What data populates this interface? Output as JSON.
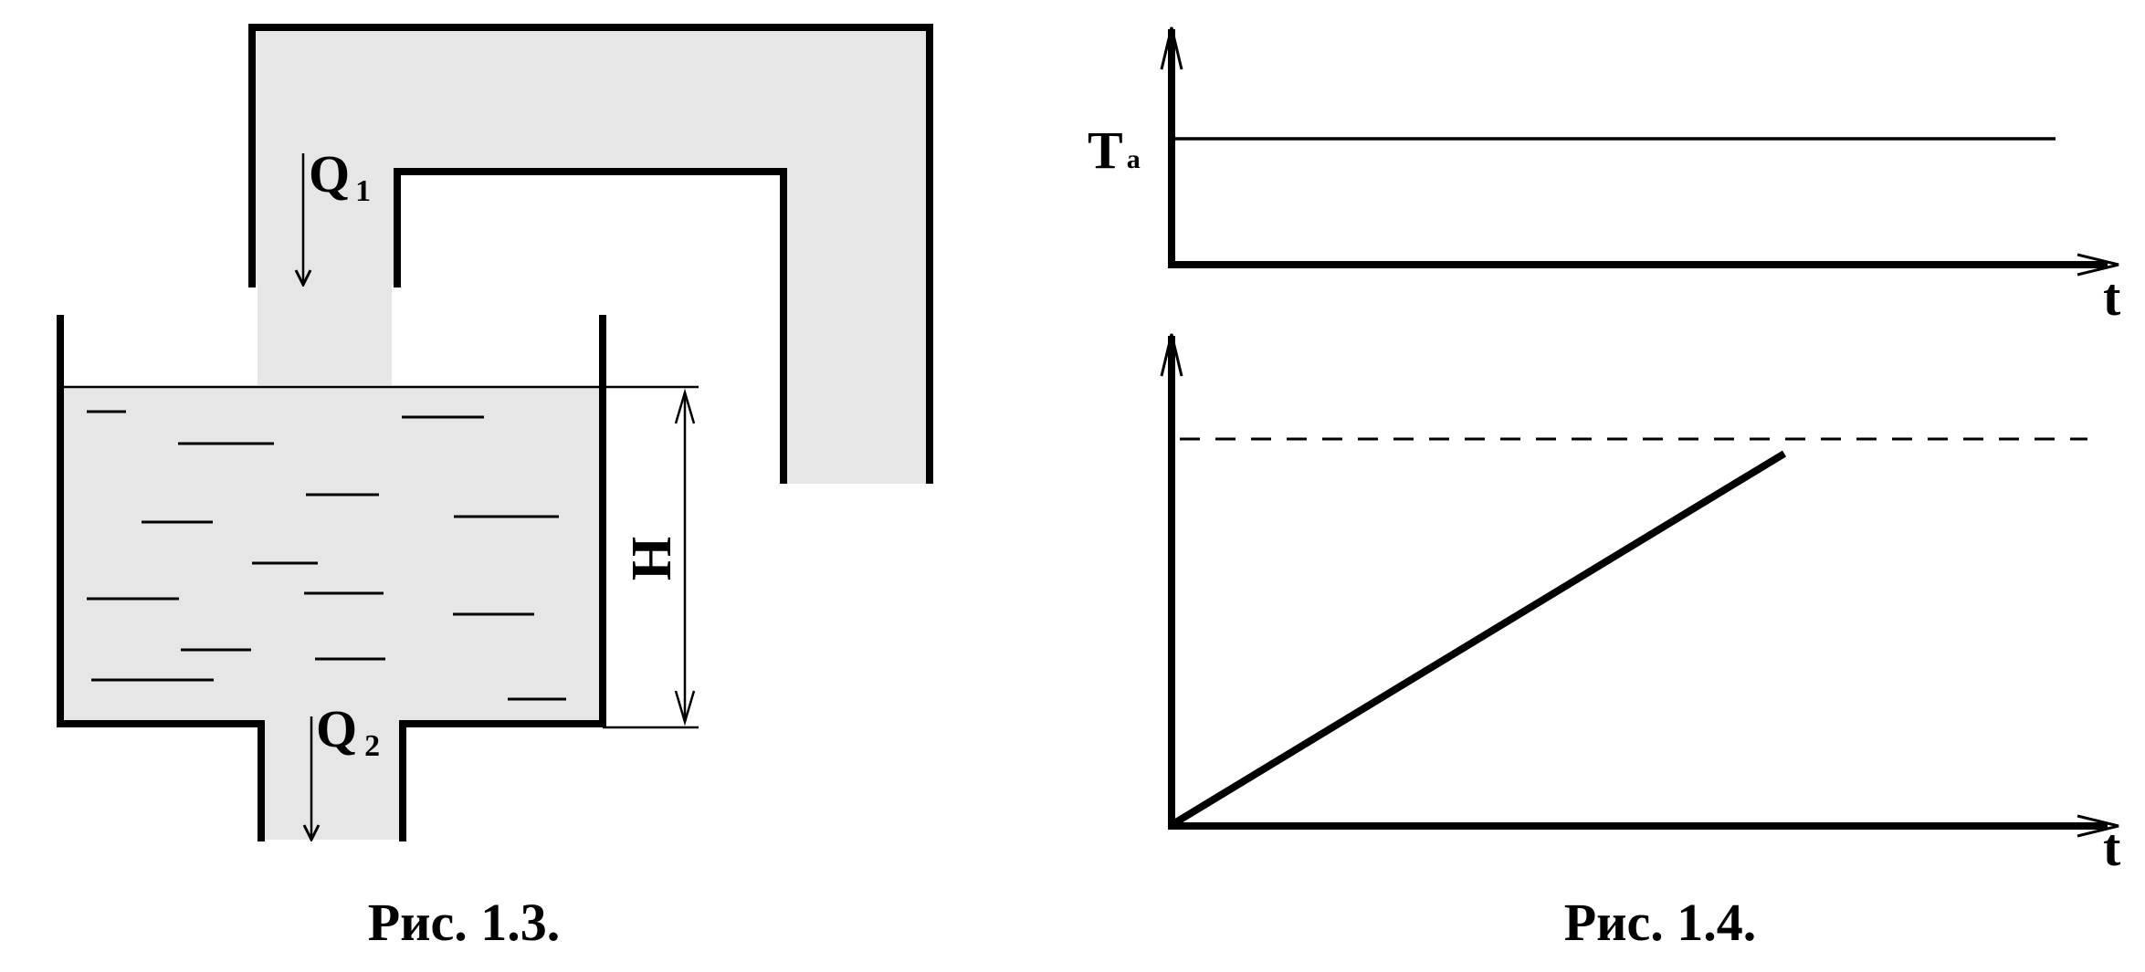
{
  "figure_left": {
    "inflow_symbol": "Q",
    "inflow_subscript": "1",
    "outflow_symbol": "Q",
    "outflow_subscript": "2",
    "level_label": "H",
    "caption": "Рис. 1.3."
  },
  "figure_right": {
    "top_plot": {
      "y_tick_label": "T",
      "y_tick_subscript": "a",
      "x_axis_label": "t"
    },
    "bottom_plot": {
      "x_axis_label": "t"
    },
    "caption": "Рис. 1.4."
  },
  "colors": {
    "fill": "#e6e6e6",
    "stroke": "#000000"
  }
}
